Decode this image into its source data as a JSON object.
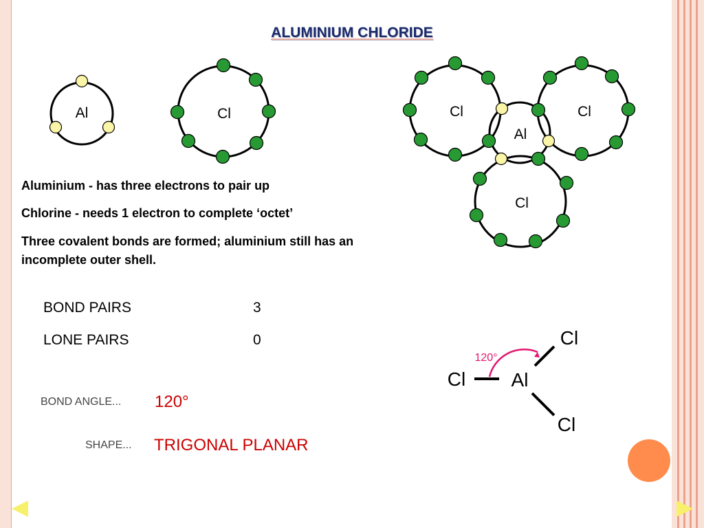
{
  "title": "ALUMINIUM CHLORIDE",
  "atoms": {
    "al": "Al",
    "cl": "Cl"
  },
  "colors": {
    "shared_electron": "#279a33",
    "al_electron": "#fbf5a8",
    "title": "#1a2a6c",
    "highlight": "#cc0000",
    "angle_arc": "#e2146e",
    "accent_circle": "#ff8c4c",
    "nav_arrow": "#f7f06a"
  },
  "description": [
    "Aluminium - has three electrons to pair up",
    "Chlorine - needs 1 electron to complete ‘octet’",
    "Three covalent bonds are formed; aluminium still has an incomplete outer shell."
  ],
  "pairs": {
    "bond_label": "BOND PAIRS",
    "bond_value": "3",
    "lone_label": "LONE PAIRS",
    "lone_value": "0"
  },
  "bond_angle": {
    "label": "BOND ANGLE...",
    "value": "120°"
  },
  "shape": {
    "label": "SHAPE...",
    "value": "TRIGONAL PLANAR"
  },
  "structure": {
    "center": "Al",
    "ligand": "Cl",
    "angle": "120°"
  },
  "navigation": {
    "prev_icon": "triangle-left-icon",
    "next_icon": "triangle-right-icon"
  }
}
